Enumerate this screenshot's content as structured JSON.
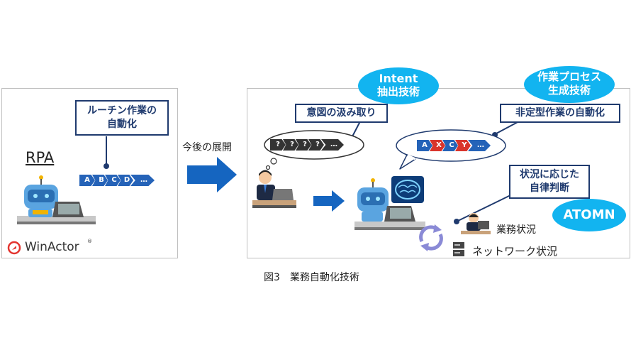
{
  "left_panel": {
    "rpa_label": "RPA",
    "callout": [
      "ルーチン作業の",
      "自動化"
    ],
    "chevrons": [
      "A",
      "B",
      "C",
      "D",
      "…"
    ],
    "brand": "WinActor"
  },
  "middle": {
    "arrow_label": "今後の展開"
  },
  "right_panel": {
    "intent_pill": [
      "Intent",
      "抽出技術"
    ],
    "process_pill": [
      "作業プロセス",
      "生成技術"
    ],
    "intent_callout": "意図の汲み取り",
    "bubble_chevrons": [
      "?",
      "?",
      "?",
      "?",
      "…"
    ],
    "nonroutine_callout": "非定型作業の自動化",
    "cloud_chevrons": [
      "A",
      "X",
      "C",
      "Y",
      "…"
    ],
    "situation_callout": [
      "状況に応じた",
      "自律判断"
    ],
    "atomn_pill": "ATOMN",
    "work_status": "業務状況",
    "network_status": "ネットワーク状況"
  },
  "caption": "図3　業務自動化技術",
  "colors": {
    "accent": "#12b4f0",
    "navy": "#1f3a6e",
    "chevron_blue": "#2563b8",
    "chevron_red": "#d9342b",
    "arrow": "#1565c0"
  }
}
